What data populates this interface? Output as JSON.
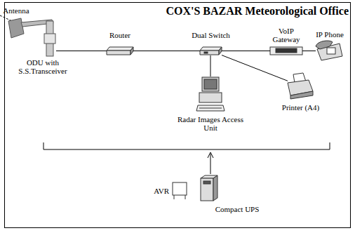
{
  "diagram": {
    "title": "COX'S BAZAR Meteorological Office",
    "nodes": [
      {
        "text": [
          "Antenna"
        ]
      },
      {
        "text": [
          "ODU with S.S.Transceiver"
        ]
      },
      {
        "text": [
          "Router"
        ]
      },
      {
        "text": [
          "Dual Switch"
        ]
      },
      {
        "text": [
          "VoIP Gateway"
        ]
      },
      {
        "text": [
          "IP Phone"
        ]
      },
      {
        "text": [
          "Radar Images Access Unit"
        ]
      },
      {
        "text": [
          "Printer (A4)"
        ]
      },
      {
        "text": [
          "AVR"
        ]
      },
      {
        "text": [
          "Compact UPS"
        ]
      }
    ],
    "edges": [
      {
        "from": 1,
        "to": 2,
        "arrow": "none"
      },
      {
        "from": 2,
        "to": 3,
        "arrow": "none"
      },
      {
        "from": 3,
        "to": 4,
        "arrow": "none"
      },
      {
        "from": 4,
        "to": 5,
        "arrow": "none"
      },
      {
        "from": 3,
        "to": 6,
        "arrow": "none"
      },
      {
        "from": 3,
        "to": 7,
        "arrow": "none"
      }
    ]
  }
}
